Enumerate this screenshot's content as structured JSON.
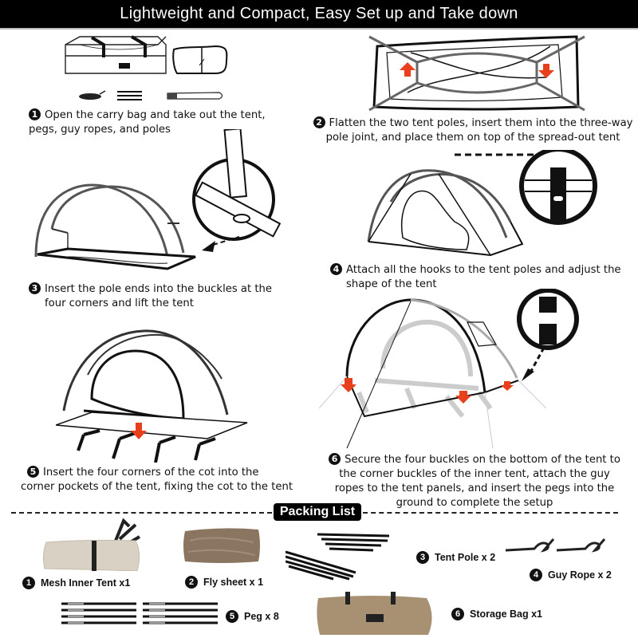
{
  "banner": {
    "title": "Lightweight and Compact, Easy Set up and Take down",
    "background": "#000000",
    "text_color": "#ffffff"
  },
  "steps": [
    {
      "number": "1",
      "text_line1": "Open the carry bag and take out the tent,",
      "text_line2": "pegs, guy ropes, and poles"
    },
    {
      "number": "2",
      "text_line1": "Flatten the two tent poles, insert them into the three-way",
      "text_line2": "pole joint, and place them on top of the spread-out tent"
    },
    {
      "number": "3",
      "text_line1": "Insert the pole ends into the buckles at the",
      "text_line2": "four corners and lift the tent"
    },
    {
      "number": "4",
      "text_line1": "Attach all the hooks to the tent poles and adjust the",
      "text_line2": "shape of the tent"
    },
    {
      "number": "5",
      "text_line1": "Insert the four corners of the cot into the",
      "text_line2": "corner pockets of the tent, fixing the cot to the tent"
    },
    {
      "number": "6",
      "text_line1": "Secure the four buckles on the bottom of the tent to",
      "text_line2": "the corner buckles of the inner tent, attach the guy",
      "text_line3": "ropes to the tent panels, and insert the pegs into the",
      "text_line4": "ground to complete the setup"
    }
  ],
  "packing_list": {
    "title": "Packing List",
    "items": [
      {
        "number": "1",
        "label": "Mesh Inner Tent x1"
      },
      {
        "number": "2",
        "label": "Fly sheet x 1"
      },
      {
        "number": "3",
        "label": "Tent Pole x 2"
      },
      {
        "number": "4",
        "label": "Guy Rope x 2"
      },
      {
        "number": "5",
        "label": "Peg x 8"
      },
      {
        "number": "6",
        "label": "Storage Bag x1"
      }
    ]
  },
  "colors": {
    "arrow_red": "#e8401c",
    "inner_tent_beige": "#d9d2c4",
    "fly_brown": "#8a7560",
    "bag_tan": "#a89072",
    "line": "#111111"
  }
}
